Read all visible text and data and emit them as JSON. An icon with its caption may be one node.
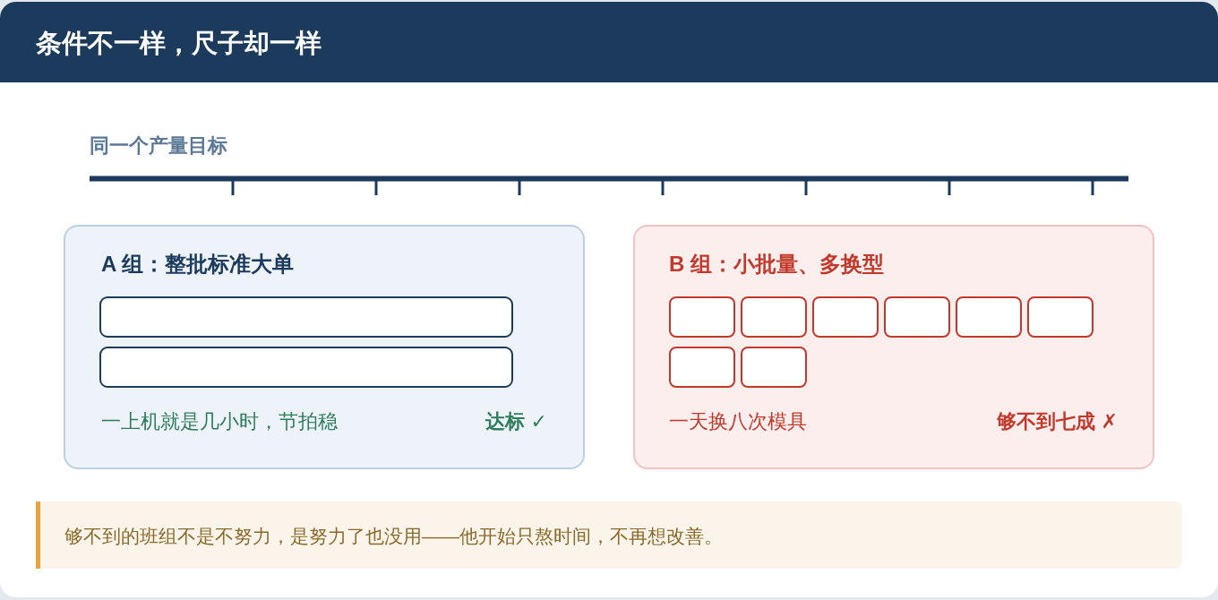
{
  "diagram": {
    "title": "条件不一样，尺子却一样",
    "nodes": [
      {
        "text": [
          "A 组：整批标准大单",
          "一上机就是几小时，节拍稳",
          "达标 ✓"
        ]
      },
      {
        "text": [],
        "shape": "bar",
        "in": 0
      },
      {
        "text": [],
        "shape": "bar",
        "in": 0
      },
      {
        "text": [
          "B 组：小批量、多换型",
          "一天换八次模具",
          "够不到七成 ✗"
        ]
      },
      {
        "text": [],
        "shape": "box",
        "in": 3
      },
      {
        "text": [],
        "shape": "box",
        "in": 3
      },
      {
        "text": [],
        "shape": "box",
        "in": 3
      },
      {
        "text": [],
        "shape": "box",
        "in": 3
      },
      {
        "text": [],
        "shape": "box",
        "in": 3
      },
      {
        "text": [],
        "shape": "box",
        "in": 3
      },
      {
        "text": [],
        "shape": "box",
        "in": 3
      },
      {
        "text": [],
        "shape": "box",
        "in": 3
      },
      {
        "text": [
          "够不到的班组不是不努力，是努力了也没用——他开始只熬时间，不再想改善。"
        ]
      }
    ],
    "labels": [
      "同一个产量目标"
    ]
  }
}
